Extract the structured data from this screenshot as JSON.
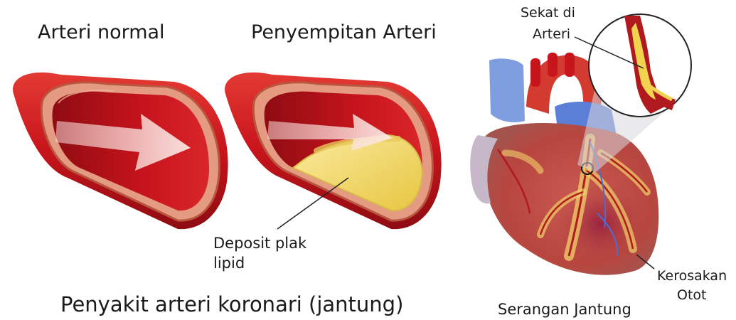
{
  "panels": {
    "normal": {
      "title": "Arteri normal"
    },
    "narrowing": {
      "title": "Penyempitan Arteri",
      "annotation_line1": "Deposit plak",
      "annotation_line2": "lipid"
    },
    "heart": {
      "blockage_line1": "Sekat di",
      "blockage_line2": "Arteri",
      "damage_line1": "Kerosakan",
      "damage_line2": "Otot",
      "caption": "Serangan Jantung"
    }
  },
  "main_caption": "Penyakit arteri koronari (jantung)",
  "colors": {
    "artery_red": "#c8141c",
    "artery_dark": "#7d0b10",
    "wall_pink": "#e59a82",
    "plaque_yellow": "#f2dc6a",
    "vein_blue": "#5b7fd6",
    "arrow_fill": "#f7d6d2"
  }
}
